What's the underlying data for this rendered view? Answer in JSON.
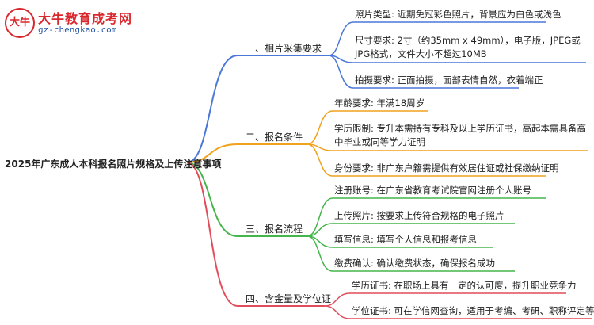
{
  "logo": {
    "mark": "大牛",
    "name": "大牛教育成考网",
    "url": "gz-chengkao.com"
  },
  "root": "2025年广东成人本科报名照片规格及上传注意事项",
  "colors": {
    "branch1": "#4a77d8",
    "branch2": "#f0a21c",
    "branch3": "#43b54a",
    "branch4": "#e14d5a"
  },
  "branches": [
    {
      "title": "一、相片采集要求",
      "items": [
        "照片类型: 近期免冠彩色照片，背景应为白色或浅色",
        "尺寸要求: 2寸（约35mm x 49mm），电子版，JPEG或JPG格式，文件大小不超过10MB",
        "拍摄要求: 正面拍摄，面部表情自然，衣着端正"
      ]
    },
    {
      "title": "二、报名条件",
      "items": [
        "年龄要求: 年满18周岁",
        "学历限制: 专升本需持有专科及以上学历证书，高起本需具备高中毕业或同等学力证明",
        "身份要求: 非广东户籍需提供有效居住证或社保缴纳证明"
      ]
    },
    {
      "title": "三、报名流程",
      "items": [
        "注册账号: 在广东省教育考试院官网注册个人账号",
        "上传照片: 按要求上传符合规格的电子照片",
        "填写信息: 填写个人信息和报考信息",
        "缴费确认: 确认缴费状态，确保报名成功"
      ]
    },
    {
      "title": "四、含金量及学位证",
      "items": [
        "学历证书: 在职场上具有一定的认可度，提升职业竞争力",
        "学位证书: 可在学信网查询，适用于考编、考研、职称评定等场景"
      ]
    }
  ]
}
